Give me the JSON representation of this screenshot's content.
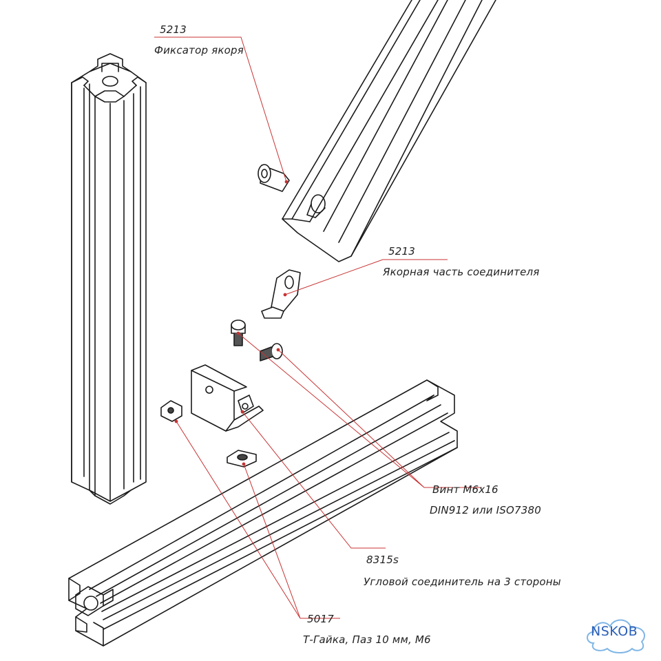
{
  "callouts": [
    {
      "code": "5213",
      "name": "Фиксатор якоря"
    },
    {
      "code": "5213",
      "name": "Якорная часть соединителя"
    },
    {
      "code": "",
      "name": "Винт М6х16"
    },
    {
      "code": "",
      "name": "DIN912 или ISO7380"
    },
    {
      "code": "8315s",
      "name": "Угловой соединитель на 3 стороны"
    },
    {
      "code": "5017",
      "name": "Т-Гайка, Паз 10 мм, М6"
    }
  ],
  "watermark": {
    "text": "NSKOB"
  },
  "colors": {
    "leader": "#c83232",
    "line": "#1a1a1a",
    "watermark": "#2a5fb8"
  }
}
